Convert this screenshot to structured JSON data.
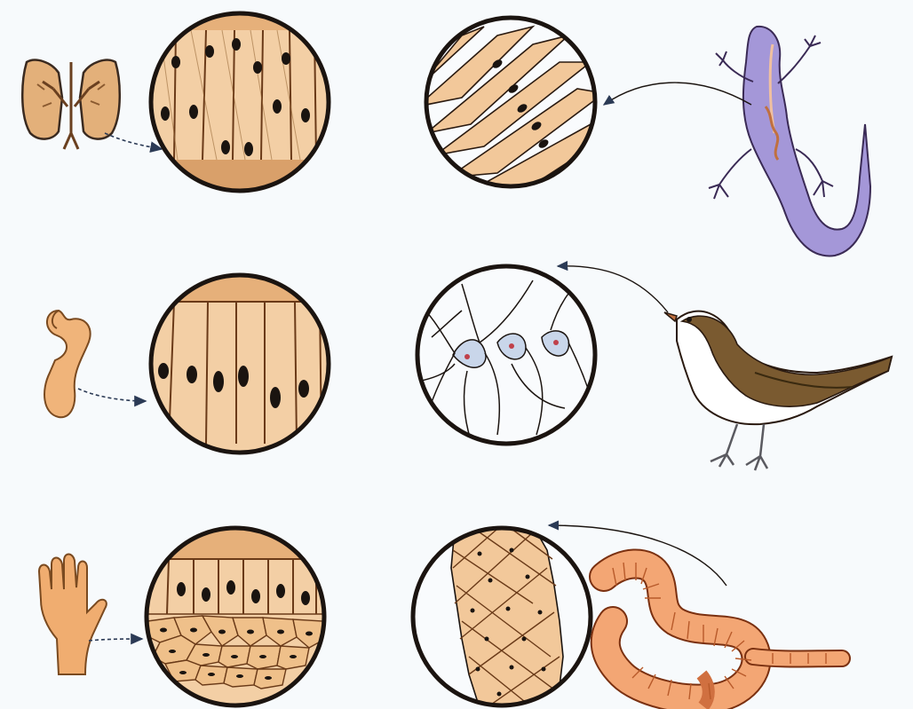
{
  "colors": {
    "background": "#f7fafc",
    "tissue_fill": "#f2c89a",
    "tissue_dark": "#c98a50",
    "outline": "#1b1410",
    "nucleus": "#1a1410",
    "lizard": "#9a8fd0",
    "worm": "#f0a070",
    "bird_back": "#7a5a30",
    "bird_belly": "#ffffff",
    "arrow": "#2b3a55",
    "nerve_cell": "#c9d6ea"
  },
  "rows": [
    {
      "left_organ_icon": "lungs-icon",
      "left_tissue": "columnar-epithelium",
      "right_tissue": "smooth-muscle",
      "right_animal_icon": "lizard-icon"
    },
    {
      "left_organ_icon": "stomach-icon",
      "left_tissue": "columnar-epithelium",
      "right_tissue": "nerve-tissue",
      "right_animal_icon": "bird-icon"
    },
    {
      "left_organ_icon": "hand-icon",
      "left_tissue": "stratified-epithelium",
      "right_tissue": "skin-epithelium",
      "right_animal_icon": "earthworm-icon"
    }
  ]
}
